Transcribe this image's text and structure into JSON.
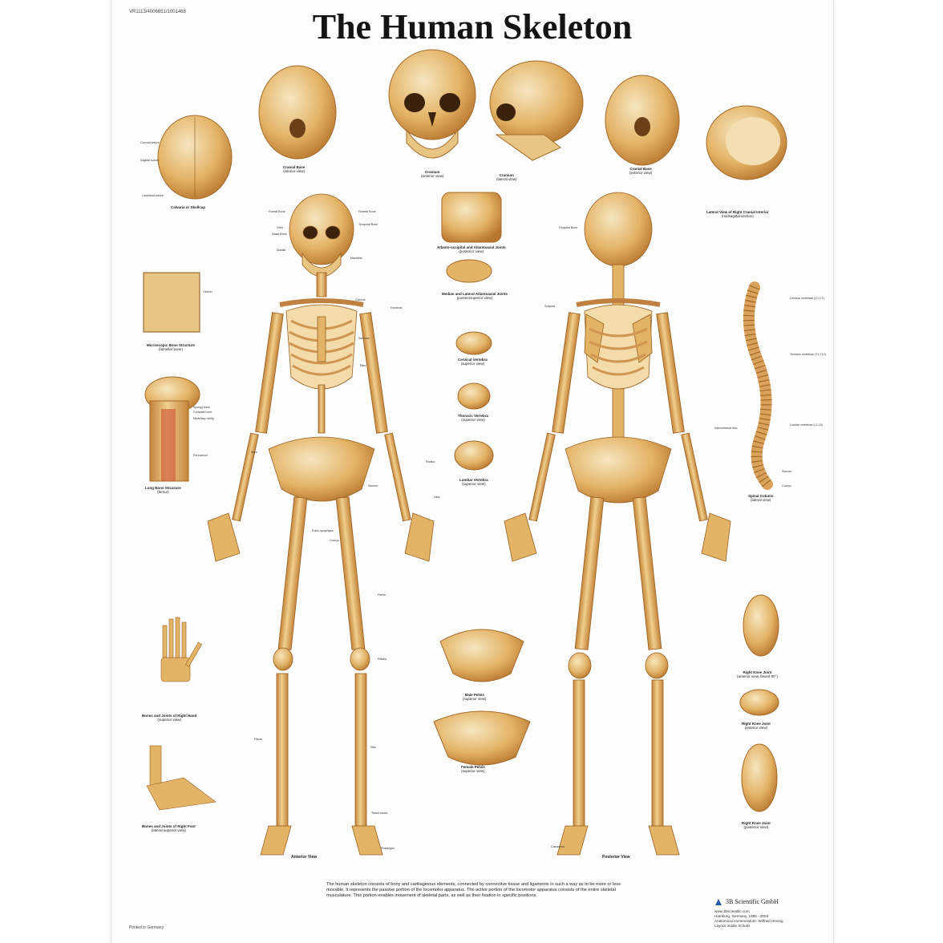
{
  "poster": {
    "code": "VR1113/4006651/1001468",
    "title": "The Human Skeleton",
    "printed": "Printed in Germany"
  },
  "captions": {
    "calvaria": "Calvaria or Skullcap",
    "cranial_base_interior": "Cranial Base",
    "cranial_base_interior_sub": "(interior view)",
    "cranium_anterior": "Cranium",
    "cranium_anterior_sub": "(anterior view)",
    "cranium_lateral": "Cranium",
    "cranium_lateral_sub": "(lateral view)",
    "cranial_base_exterior": "Cranial Base",
    "cranial_base_exterior_sub": "(exterior view)",
    "lateral_right_cranial_interior": "Lateral View of Right Cranial Interior",
    "lateral_right_cranial_interior_sub": "(midsagittal section)",
    "atlanto_occipital": "Atlanto-occipital and Atlantoaxial Joints",
    "atlanto_occipital_sub": "(posterior view)",
    "median_atlantoaxial": "Median and Lateral Atlantoaxial Joints",
    "median_atlantoaxial_sub": "(posterosuperior view)",
    "microscopic_bone": "Microscopic Bone Structure",
    "microscopic_bone_sub": "(lamellar bone)",
    "long_bone": "Long Bone Structure",
    "long_bone_sub": "(femur)",
    "cervical_vertebra": "Cervical Vertebra",
    "cervical_vertebra_sub": "(superior view)",
    "thoracic_vertebra": "Thoracic Vertebra",
    "thoracic_vertebra_sub": "(superior view)",
    "lumbar_vertebra": "Lumbar Vertebra",
    "lumbar_vertebra_sub": "(superior view)",
    "spinal_column": "Spinal Column",
    "spinal_column_sub": "(lateral view)",
    "hand": "Bones and Joints of Right Hand",
    "hand_sub": "(superior view)",
    "foot": "Bones and Joints of Right Foot",
    "foot_sub": "(lateral superior view)",
    "male_pelvis": "Male Pelvis",
    "male_pelvis_sub": "(superior view)",
    "female_pelvis": "Female Pelvis",
    "female_pelvis_sub": "(superior view)",
    "right_knee_1": "Right Knee Joint",
    "right_knee_1_sub": "(anterior view, flexed 90°)",
    "right_knee_2": "Right Knee Joint",
    "right_knee_2_sub": "(anterior view)",
    "right_knee_3": "Right Knee Joint",
    "right_knee_3_sub": "(posterior view)",
    "anterior_view": "Anterior View",
    "posterior_view": "Posterior View"
  },
  "labels": {
    "frontal_bone": "Frontal Bone",
    "parietal_bone": "Parietal Bone",
    "temporal_bone": "Temporal Bone",
    "orbit": "Orbit",
    "nasal_bone": "Nasal Bone",
    "maxilla": "Maxilla",
    "mandible": "Mandible",
    "clavicle": "Clavicle",
    "sternum": "Sternum",
    "humerus": "Humerus",
    "ribs": "Ribs",
    "ulna": "Ulna",
    "radius": "Radius",
    "ilium": "Ilium",
    "sacrum": "Sacrum",
    "coccyx": "Coccyx",
    "pubic_symphysis": "Pubic symphysis",
    "femur": "Femur",
    "patella": "Patella",
    "tibia": "Tibia",
    "fibula": "Fibula",
    "tarsal": "Tarsal bones",
    "phalanges": "Phalanges",
    "scapula": "Scapula",
    "occipital": "Occipital Bone",
    "calcaneus": "Calcaneus",
    "cervical": "Cervical vertebrae (C1-C7)",
    "thoracic": "Thoracic vertebrae (T1-T12)",
    "lumbar": "Lumbar vertebrae (L1-L5)",
    "intervertebral": "Intervertebral disc",
    "sacrum_spine": "Sacrum",
    "coccyx_spine": "Coccyx",
    "sagittal_suture": "Sagittal suture",
    "coronal_suture": "Coronal suture",
    "lambdoid_suture": "Lambdoid suture",
    "spongy_bone": "Spongy bone",
    "compact_bone": "Compact bone",
    "medullary_cavity": "Medullary cavity",
    "periosteum": "Periosteum",
    "osteon": "Osteon"
  },
  "description": "The human skeleton consists of bony and cartilaginous elements, connected by connective tissue and ligaments in such a way as to be more or less movable. It represents the passive portion of the locomotor apparatus. The active portion of the locomotor apparatus consists of the entire skeletal musculature. This portion enables movement of skeletal parts, as well as their fixation in specific positions.",
  "publisher": {
    "name": "3B Scientific GmbH",
    "url": "www.3bscientific.com",
    "line1": "Hamburg, Germany, 1995 - 2003",
    "line2": "Anatomical nomenclature: Wilfried Hennig",
    "line3": "Layout: Eddie Schultz"
  },
  "colors": {
    "bone_light": "#f2d9a8",
    "bone_mid": "#e0ae5f",
    "bone_dark": "#b8772e",
    "title": "#141414"
  }
}
